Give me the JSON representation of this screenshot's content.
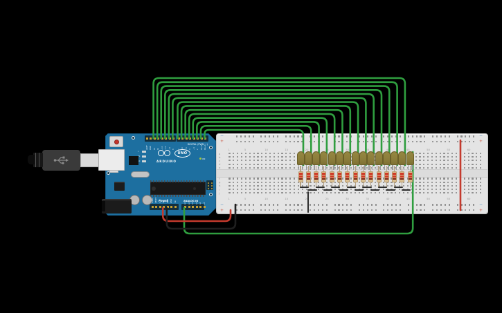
{
  "app": {
    "scene": "arduino-15-led-breadboard-circuit",
    "background": "#000000"
  },
  "colors": {
    "wire_green": "#2f9e3f",
    "wire_red": "#c43a2d",
    "wire_black": "#1f1f1f",
    "board_blue": "#1d6fa0",
    "led_body": "#8b7d3b",
    "resistor_body": "#dcc193",
    "resistor_band_red": "#d03a28",
    "resistor_band_dark": "#7a1f12",
    "breadboard_gray": "#e4e4e4"
  },
  "arduino": {
    "digital_label": "DIGITAL (PWM ~)",
    "logo_text": "UNO",
    "brand": "ARDUINO",
    "power_label": "POWER",
    "analog_label": "ANALOG IN",
    "on_label": "ON",
    "status_led_labels": [
      "L",
      "TX",
      "RX"
    ],
    "digital_pins_left": [
      "AREF",
      "GND",
      "13",
      "12",
      "~11",
      "~10",
      "~9",
      "8"
    ],
    "digital_pins_right": [
      "7",
      "~6",
      "~5",
      "4",
      "~3",
      "2",
      "TX→1",
      "RX←0"
    ],
    "power_pins": [
      "IOREF",
      "RESET",
      "3.3V",
      "5V",
      "GND",
      "GND",
      "Vin"
    ],
    "analog_pins": [
      "A0",
      "A1",
      "A2",
      "A3",
      "A4",
      "A5"
    ]
  },
  "breadboard": {
    "rail_minus": "−",
    "rail_plus": "+",
    "column_labels": [
      "1",
      "5",
      "10",
      "15",
      "20",
      "25",
      "30",
      "35",
      "40",
      "45",
      "50",
      "55",
      "60"
    ],
    "row_labels_top": [
      "a",
      "b",
      "c",
      "d",
      "e"
    ],
    "row_labels_bottom": [
      "f",
      "g",
      "h",
      "i",
      "j"
    ]
  },
  "circuit": {
    "led_count": 15,
    "resistor_count": 15,
    "ground_jumper_count": 14,
    "wires": {
      "digital": [
        {
          "pin": "13",
          "led": 14
        },
        {
          "pin": "12",
          "led": 13
        },
        {
          "pin": "~11",
          "led": 12
        },
        {
          "pin": "~10",
          "led": 11
        },
        {
          "pin": "~9",
          "led": 10
        },
        {
          "pin": "8",
          "led": 9
        },
        {
          "pin": "7",
          "led": 8
        },
        {
          "pin": "~6",
          "led": 7
        },
        {
          "pin": "~5",
          "led": 6
        },
        {
          "pin": "4",
          "led": 5
        },
        {
          "pin": "~3",
          "led": 4
        },
        {
          "pin": "2",
          "led": 3
        },
        {
          "pin": "TX→1",
          "led": 2
        },
        {
          "pin": "RX←0",
          "led": 1
        }
      ],
      "analog": {
        "pin": "A0",
        "led": 15,
        "color": "green"
      },
      "power": {
        "pin": "5V",
        "to": "bottom + rail",
        "color": "red"
      },
      "ground": {
        "pin": "GND",
        "to": "bottom − rail",
        "color": "black"
      },
      "rail_bridge": {
        "from": "top + rail",
        "to": "bottom + rail",
        "color": "red"
      }
    }
  }
}
